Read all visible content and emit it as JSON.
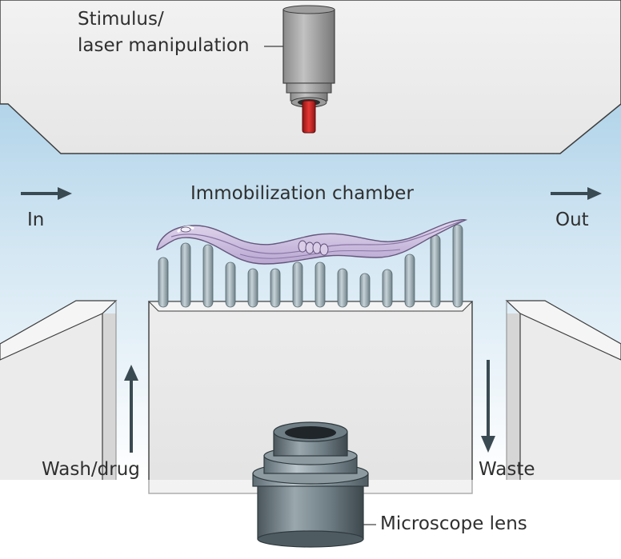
{
  "labels": {
    "stimulus_line1": "Stimulus/",
    "stimulus_line2": "laser manipulation",
    "chamber": "Immobilization chamber",
    "inlet": "In",
    "outlet": "Out",
    "wash": "Wash/drug",
    "waste": "Waste",
    "lens": "Microscope lens"
  },
  "colors": {
    "fluid_blue": "#cfe3f0",
    "housing_grey": "#ececec",
    "arrow_dark": "#3a4a52",
    "laser_red": "#c62828",
    "worm_purple": "#c9b6dc"
  },
  "icons": {
    "flow": "arrow-icon",
    "objective": "microscope-objective-icon",
    "laser": "laser-beam-icon",
    "organism": "worm-icon"
  }
}
